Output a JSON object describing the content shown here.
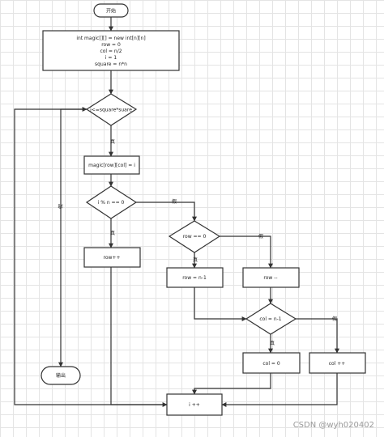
{
  "flowchart": {
    "start": "开始",
    "init": [
      "int magic[][] = new int[n][n]",
      "row = 0",
      "col = n/2",
      "i = 1",
      "square = n*n"
    ],
    "loop_condition": "i<=square*suare",
    "assign": "magic[row][col] = i",
    "cond_mod": "i % n == 0",
    "row_inc": "row++",
    "cond_row": "row == 0",
    "row_set": "row = n-1",
    "row_dec": "row --",
    "cond_col": "col = n-1",
    "col_zero": "col = 0",
    "col_inc": "col ++",
    "i_inc": "i ++",
    "output": "输出",
    "yes": "真",
    "no": "假"
  },
  "watermark": "CSDN @wyh020402",
  "colors": {
    "stroke": "#333333",
    "fill": "#ffffff",
    "grid": "#e4e4e4"
  }
}
